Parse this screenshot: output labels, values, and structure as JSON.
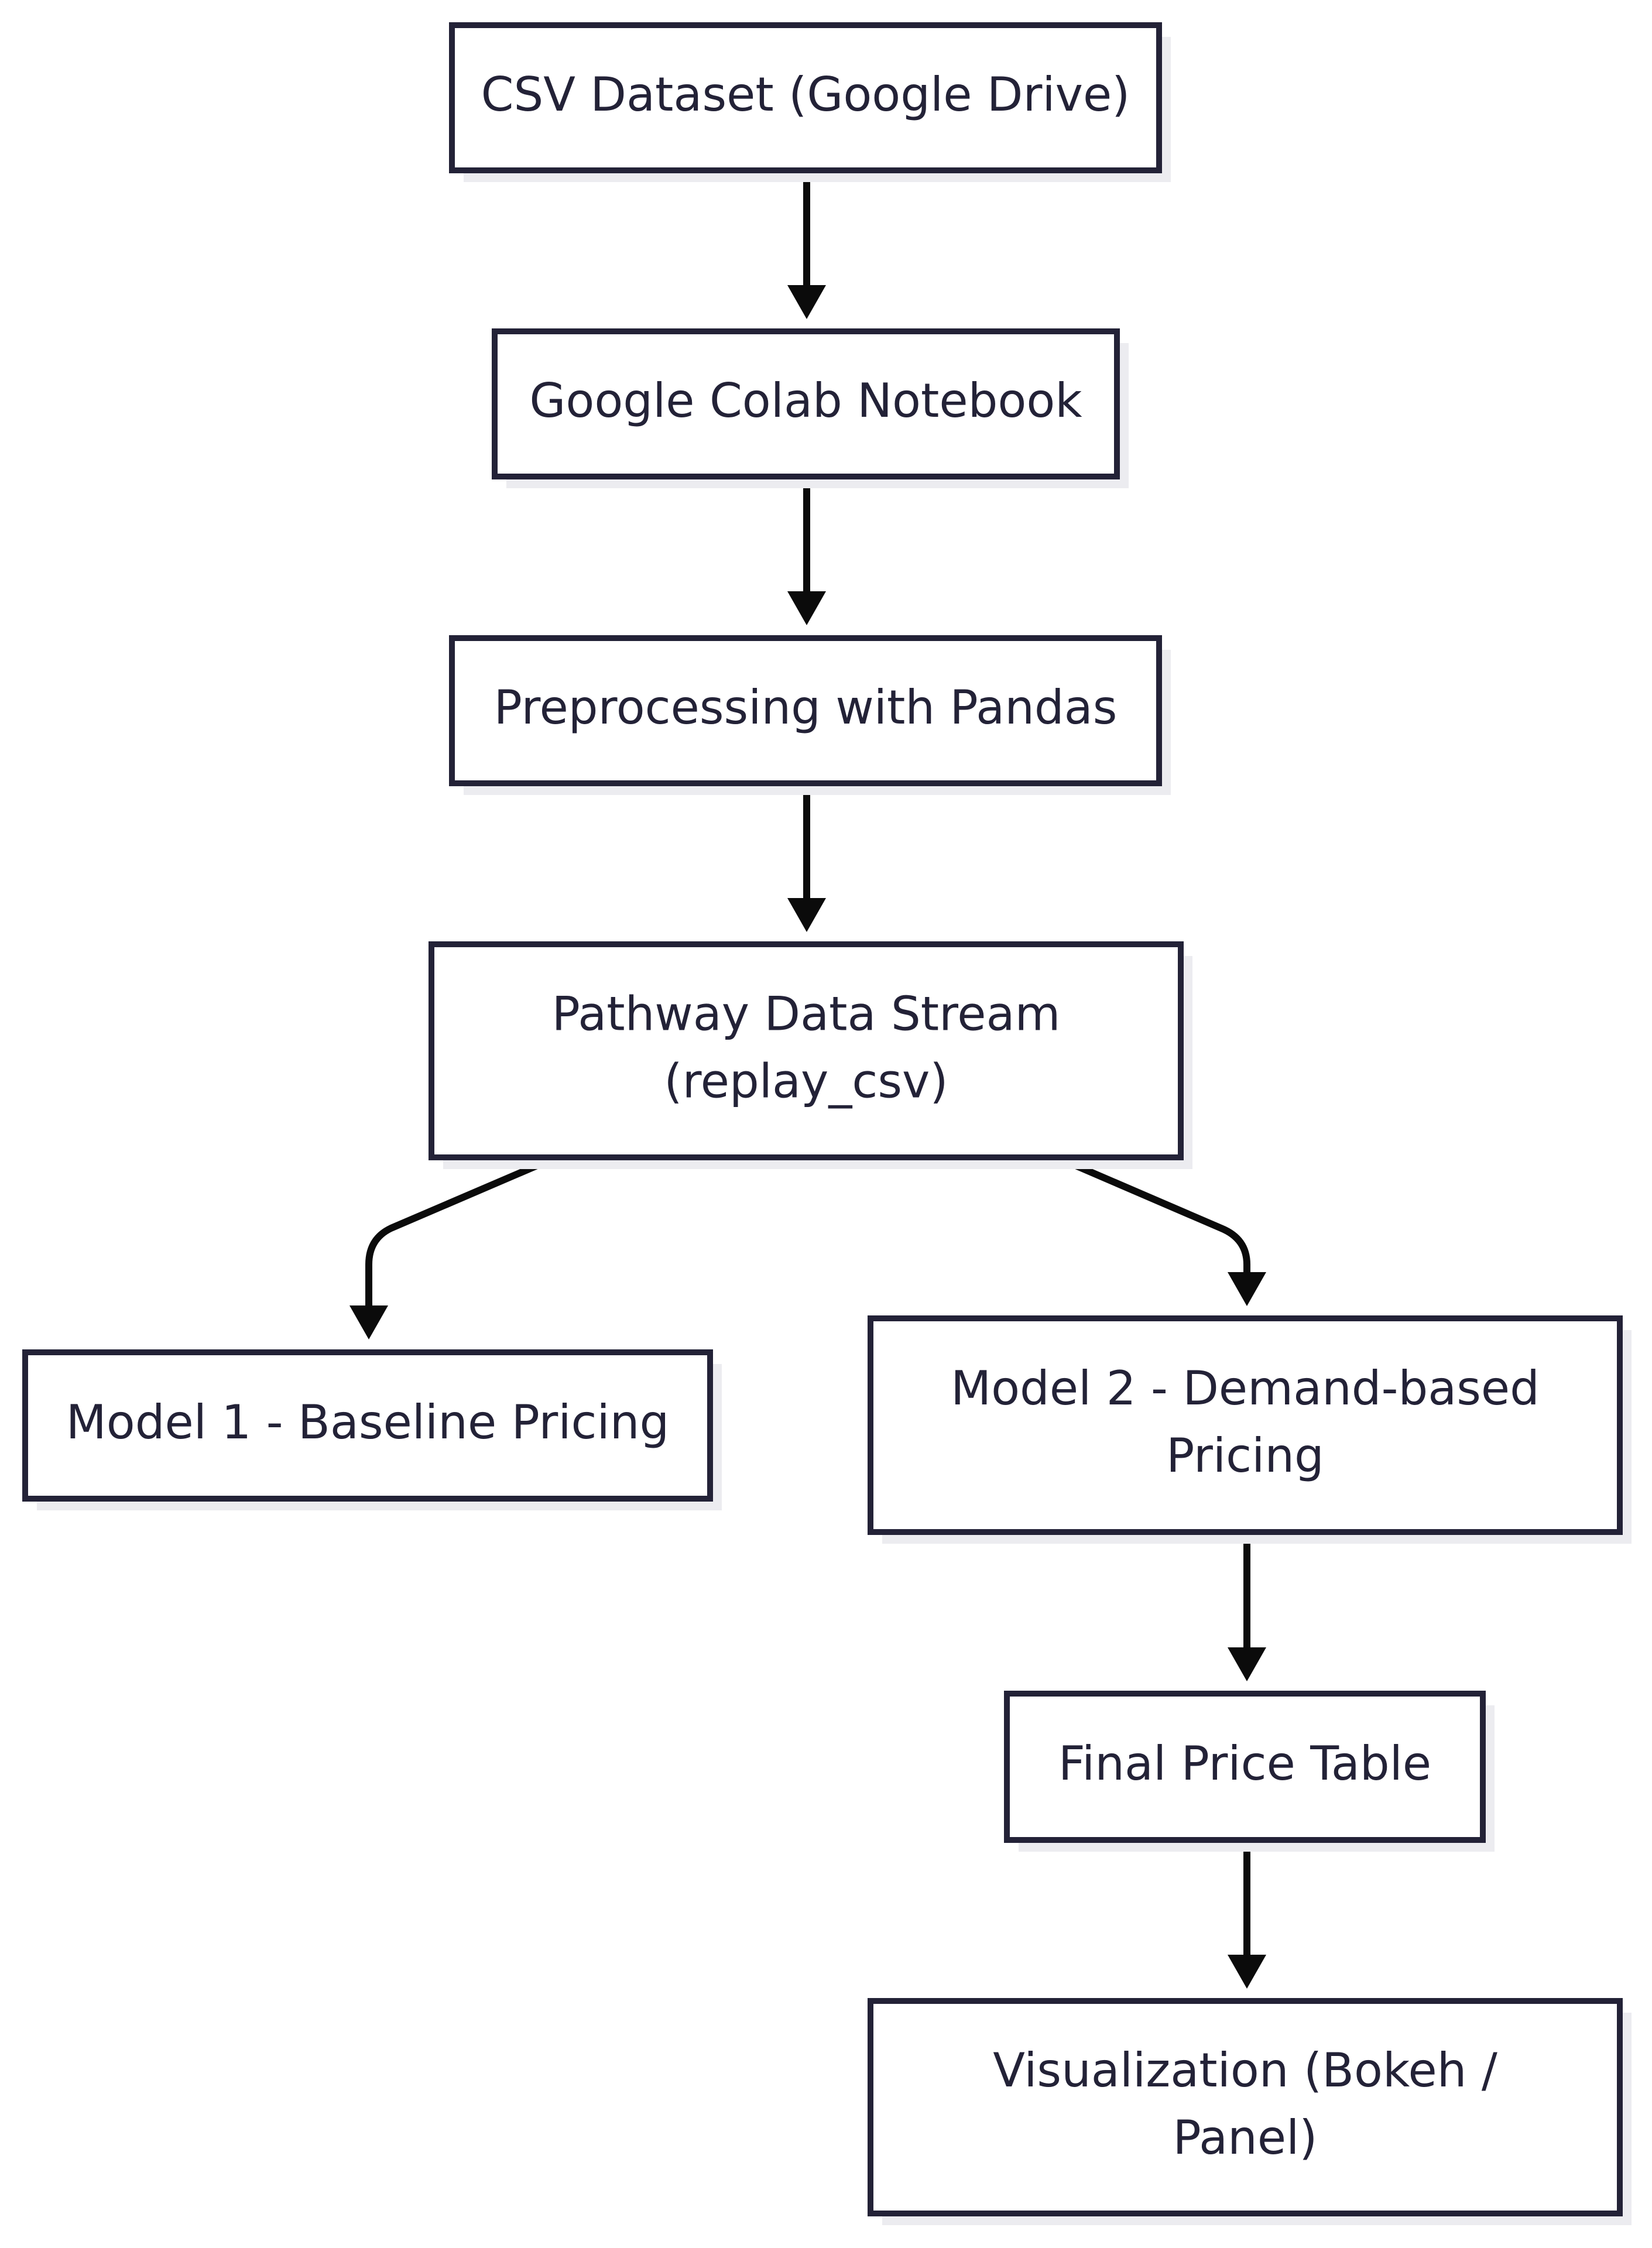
{
  "diagram": {
    "type": "flowchart",
    "direction": "top-down",
    "colors": {
      "node_stroke": "#232237",
      "node_fill": "#ffffff",
      "node_shadow": "#ececf0",
      "text": "#232237",
      "edge": "#0b0b0b"
    },
    "nodes": [
      {
        "id": "csv",
        "lines": [
          "CSV Dataset (Google Drive)"
        ]
      },
      {
        "id": "colab",
        "lines": [
          "Google Colab Notebook"
        ]
      },
      {
        "id": "preprocess",
        "lines": [
          "Preprocessing with Pandas"
        ]
      },
      {
        "id": "pathway",
        "lines": [
          "Pathway Data Stream",
          "(replay_csv)"
        ]
      },
      {
        "id": "model1",
        "lines": [
          "Model 1 - Baseline Pricing"
        ]
      },
      {
        "id": "model2",
        "lines": [
          "Model 2 - Demand-based",
          "Pricing"
        ]
      },
      {
        "id": "final",
        "lines": [
          "Final Price Table"
        ]
      },
      {
        "id": "viz",
        "lines": [
          "Visualization (Bokeh /",
          "Panel)"
        ]
      }
    ],
    "edges": [
      {
        "from": "csv",
        "to": "colab"
      },
      {
        "from": "colab",
        "to": "preprocess"
      },
      {
        "from": "preprocess",
        "to": "pathway"
      },
      {
        "from": "pathway",
        "to": "model1"
      },
      {
        "from": "pathway",
        "to": "model2"
      },
      {
        "from": "model2",
        "to": "final"
      },
      {
        "from": "final",
        "to": "viz"
      }
    ]
  }
}
